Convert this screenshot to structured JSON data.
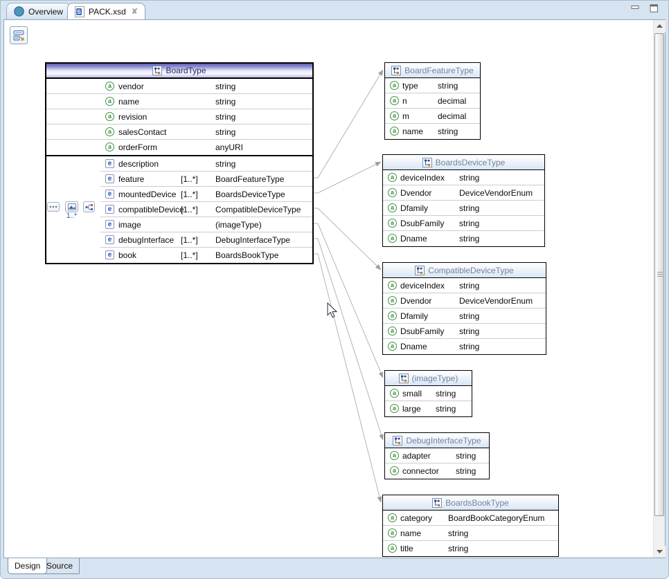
{
  "editor_tabs": [
    {
      "label": "Overview",
      "icon": "globe-icon",
      "active": false
    },
    {
      "label": "PACK.xsd",
      "icon": "xsd-file-icon",
      "active": true,
      "closable": true
    }
  ],
  "bottom_tabs": [
    {
      "label": "Design",
      "active": true
    },
    {
      "label": "Source",
      "active": false
    }
  ],
  "boxes": [
    {
      "id": "BoardType",
      "title": "BoardType",
      "selected": true,
      "occurs": "1..*",
      "attributes": [
        {
          "name": "vendor",
          "type": "string"
        },
        {
          "name": "name",
          "type": "string"
        },
        {
          "name": "revision",
          "type": "string"
        },
        {
          "name": "salesContact",
          "type": "string"
        },
        {
          "name": "orderForm",
          "type": "anyURI"
        }
      ],
      "elements": [
        {
          "name": "description",
          "card": "",
          "type": "string"
        },
        {
          "name": "feature",
          "card": "[1..*]",
          "type": "BoardFeatureType"
        },
        {
          "name": "mountedDevice",
          "card": "[1..*]",
          "type": "BoardsDeviceType"
        },
        {
          "name": "compatibleDevice",
          "card": "[1..*]",
          "type": "CompatibleDeviceType"
        },
        {
          "name": "image",
          "card": "",
          "type": "(imageType)"
        },
        {
          "name": "debugInterface",
          "card": "[1..*]",
          "type": "DebugInterfaceType"
        },
        {
          "name": "book",
          "card": "[1..*]",
          "type": "BoardsBookType"
        }
      ]
    },
    {
      "id": "BoardFeatureType",
      "title": "BoardFeatureType",
      "attributes": [
        {
          "name": "type",
          "type": "string"
        },
        {
          "name": "n",
          "type": "decimal"
        },
        {
          "name": "m",
          "type": "decimal"
        },
        {
          "name": "name",
          "type": "string"
        }
      ]
    },
    {
      "id": "BoardsDeviceType",
      "title": "BoardsDeviceType",
      "attributes": [
        {
          "name": "deviceIndex",
          "type": "string"
        },
        {
          "name": "Dvendor",
          "type": "DeviceVendorEnum"
        },
        {
          "name": "Dfamily",
          "type": "string"
        },
        {
          "name": "DsubFamily",
          "type": "string"
        },
        {
          "name": "Dname",
          "type": "string"
        }
      ]
    },
    {
      "id": "CompatibleDeviceType",
      "title": "CompatibleDeviceType",
      "attributes": [
        {
          "name": "deviceIndex",
          "type": "string"
        },
        {
          "name": "Dvendor",
          "type": "DeviceVendorEnum"
        },
        {
          "name": "Dfamily",
          "type": "string"
        },
        {
          "name": "DsubFamily",
          "type": "string"
        },
        {
          "name": "Dname",
          "type": "string"
        }
      ]
    },
    {
      "id": "imageType",
      "title": "(imageType)",
      "attributes": [
        {
          "name": "small",
          "type": "string"
        },
        {
          "name": "large",
          "type": "string"
        }
      ]
    },
    {
      "id": "DebugInterfaceType",
      "title": "DebugInterfaceType",
      "attributes": [
        {
          "name": "adapter",
          "type": "string"
        },
        {
          "name": "connector",
          "type": "string"
        }
      ]
    },
    {
      "id": "BoardsBookType",
      "title": "BoardsBookType",
      "attributes": [
        {
          "name": "category",
          "type": "BoardBookCategoryEnum"
        },
        {
          "name": "name",
          "type": "string"
        },
        {
          "name": "title",
          "type": "string"
        }
      ]
    }
  ],
  "connections": [
    {
      "from": "feature",
      "to": "BoardFeatureType"
    },
    {
      "from": "mountedDevice",
      "to": "BoardsDeviceType"
    },
    {
      "from": "compatibleDevice",
      "to": "CompatibleDeviceType"
    },
    {
      "from": "image",
      "to": "imageType"
    },
    {
      "from": "debugInterface",
      "to": "DebugInterfaceType"
    },
    {
      "from": "book",
      "to": "BoardsBookType"
    }
  ],
  "colors": {
    "selected_header_top": "#5d5db9",
    "selected_header_bottom": "#bcbce6",
    "header_bottom": "#d8e5f5",
    "header_title_muted": "#73839c",
    "attribute_icon_green": "#3f8f3f",
    "element_icon_blue": "#2b4fbf",
    "connector_gray": "#b4b4b4",
    "frame_blue": "#d6e3f1"
  }
}
